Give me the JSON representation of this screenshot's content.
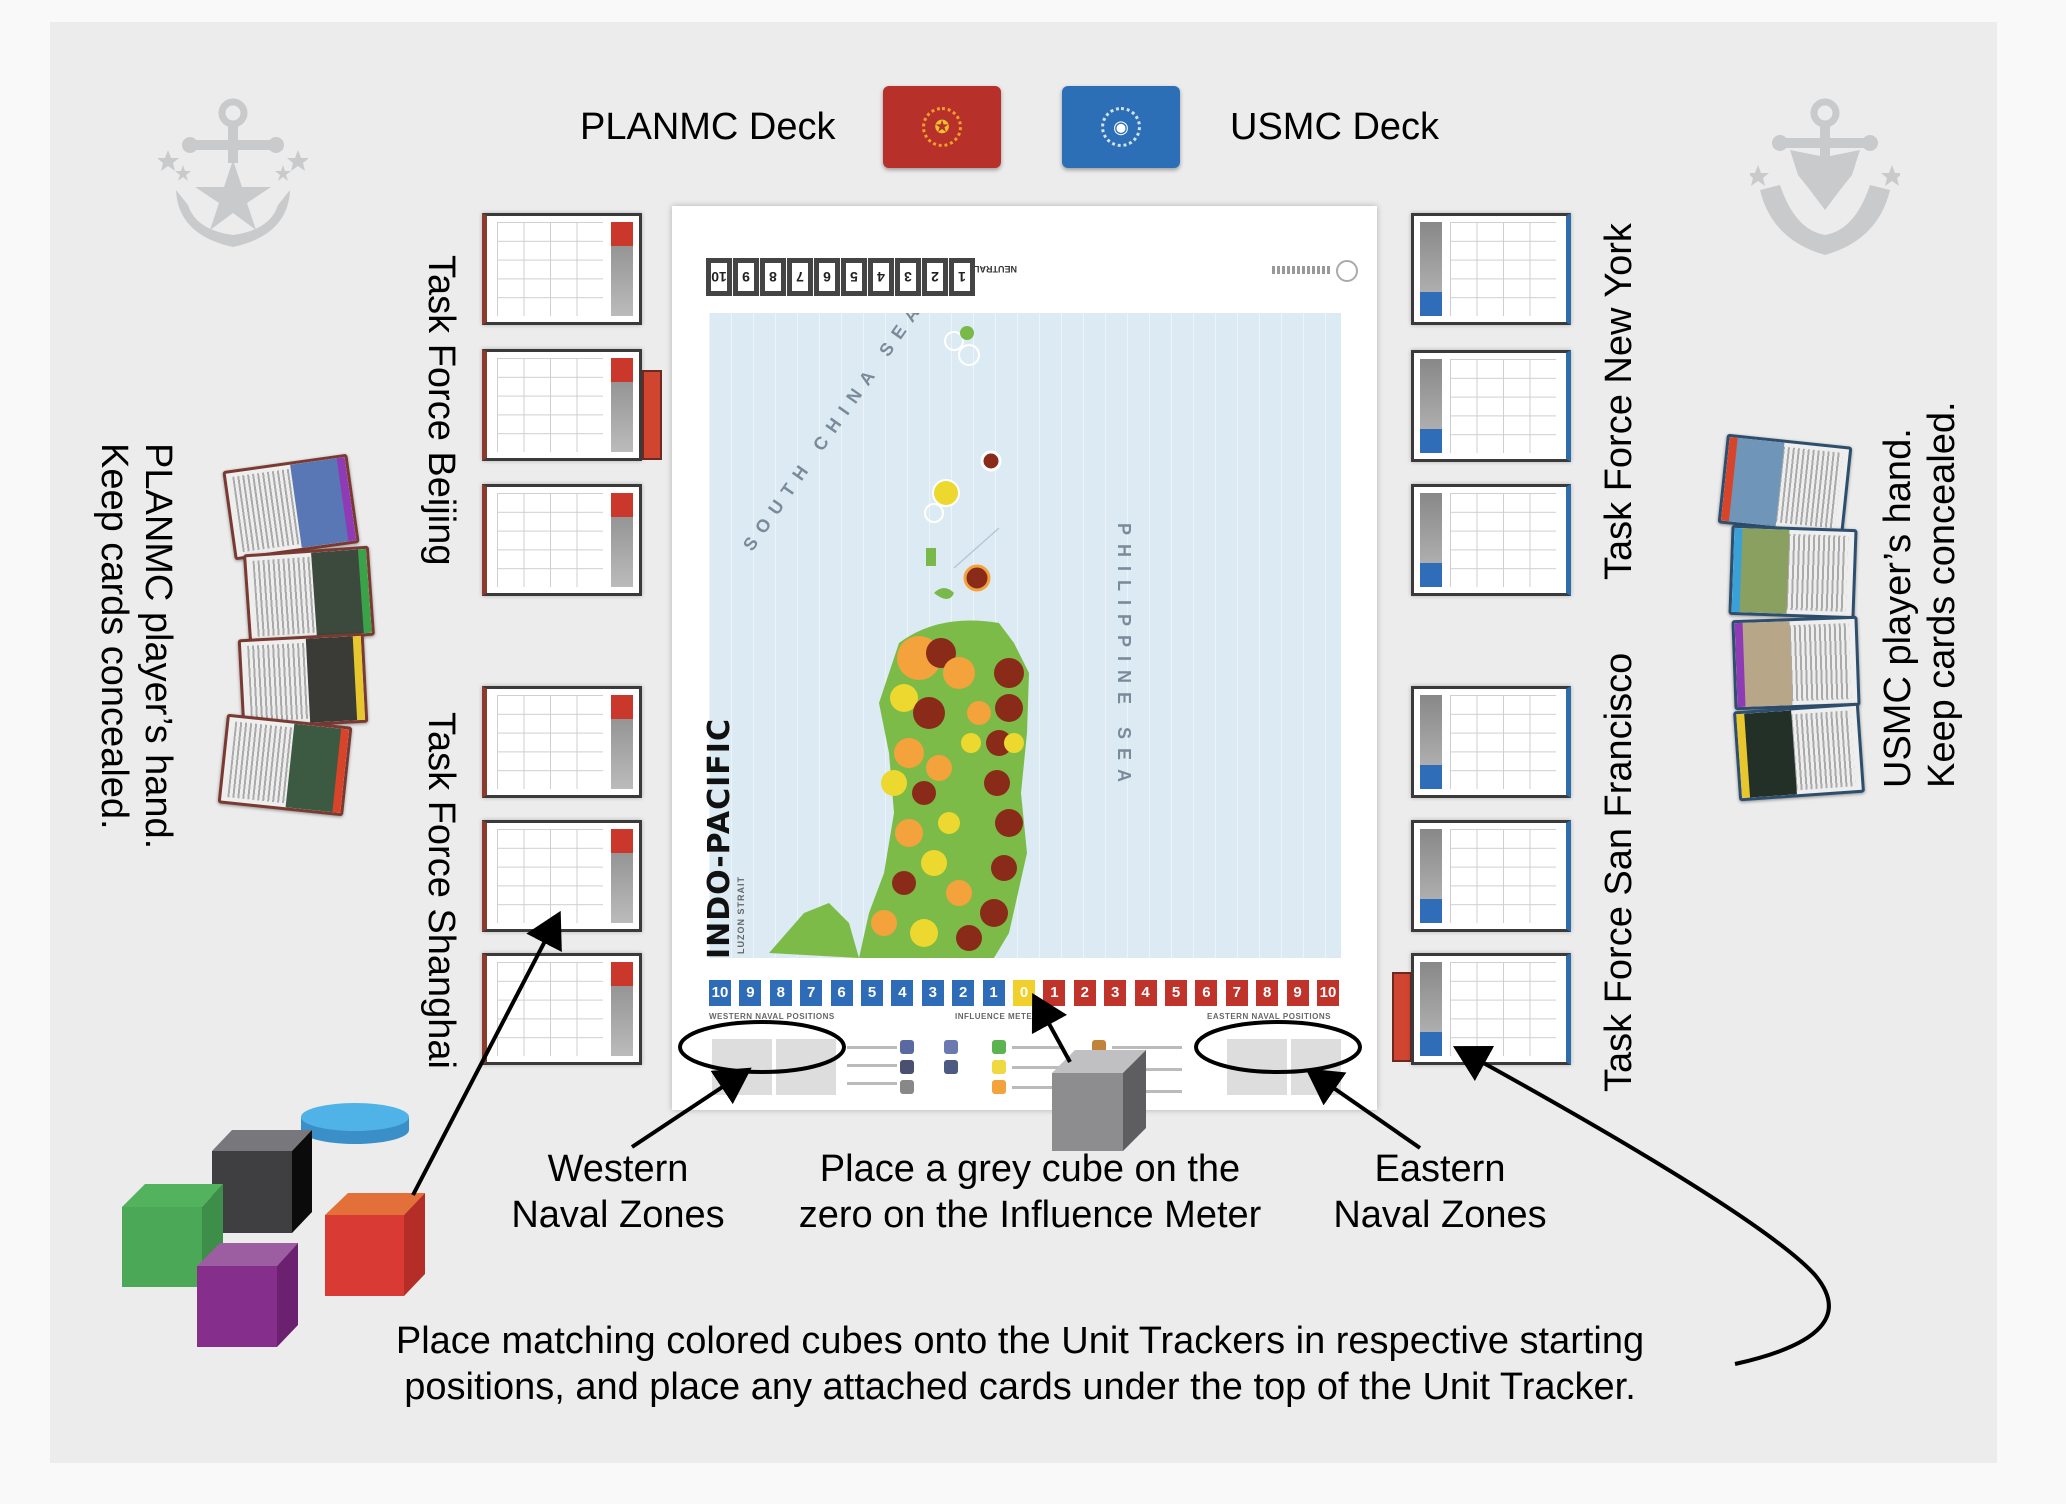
{
  "decks": {
    "planmc_label": "PLANMC Deck",
    "usmc_label": "USMC Deck",
    "planmc_color": "#b8302a",
    "usmc_color": "#2c6fb7"
  },
  "task_forces": {
    "beijing": "Task Force Beijing",
    "shanghai": "Task Force Shanghai",
    "new_york": "Task Force New York",
    "san_francisco": "Task Force San Francisco"
  },
  "hands": {
    "planmc": [
      "PLANMC player’s hand.",
      "Keep cards concealed."
    ],
    "usmc": [
      "USMC player’s hand.",
      "Keep cards concealed."
    ],
    "planmc_card_strips": [
      "#8e3bb5",
      "#3aa34a",
      "#e8c62e",
      "#d8442a"
    ],
    "usmc_card_strips": [
      "#d8442a",
      "#3aa0d8",
      "#8e3bb5",
      "#e8c62e"
    ]
  },
  "emblems": {
    "left": "planmc-anchor-star-emblem",
    "right": "usmc-anchor-eagle-emblem"
  },
  "board": {
    "title": "INDO-PACIFIC",
    "subtitle": "LUZON STRAIT",
    "turn_track": [
      "10",
      "9",
      "8",
      "7",
      "6",
      "5",
      "4",
      "3",
      "2",
      "1"
    ],
    "turn_track_label": "NEUTRAL",
    "seas": [
      "SOUTH CHINA SEA",
      "PHILIPPINE SEA"
    ],
    "influence_meter": {
      "west": [
        "10",
        "9",
        "8",
        "7",
        "6",
        "5",
        "4",
        "3",
        "2",
        "1"
      ],
      "zero": "0",
      "east": [
        "1",
        "2",
        "3",
        "4",
        "5",
        "6",
        "7",
        "8",
        "9",
        "10"
      ],
      "west_color": "#2e6cb8",
      "zero_color": "#f2d02b",
      "east_color": "#c0332b"
    },
    "labels": {
      "west": "WESTERN NAVAL POSITIONS",
      "center": "INFLUENCE METER",
      "east": "EASTERN NAVAL POSITIONS"
    }
  },
  "annotations": {
    "western": [
      "Western",
      "Naval Zones"
    ],
    "influence": [
      "Place a grey cube on the",
      "zero on the Influence Meter"
    ],
    "eastern": [
      "Eastern",
      "Naval Zones"
    ],
    "bottom": [
      "Place matching colored cubes onto the Unit Trackers in respective starting",
      "positions, and place any attached cards under the top of the Unit Tracker."
    ]
  },
  "pieces": {
    "cubes": [
      {
        "name": "green-cube",
        "color": "#4aa857"
      },
      {
        "name": "black-cube",
        "color": "#3f3f42"
      },
      {
        "name": "purple-cube",
        "color": "#862e8c"
      },
      {
        "name": "red-cube",
        "color": "#d93a33"
      },
      {
        "name": "grey-cube",
        "color": "#8d8d8f"
      }
    ],
    "disc": {
      "name": "blue-disc",
      "color": "#4fb3e8"
    }
  }
}
